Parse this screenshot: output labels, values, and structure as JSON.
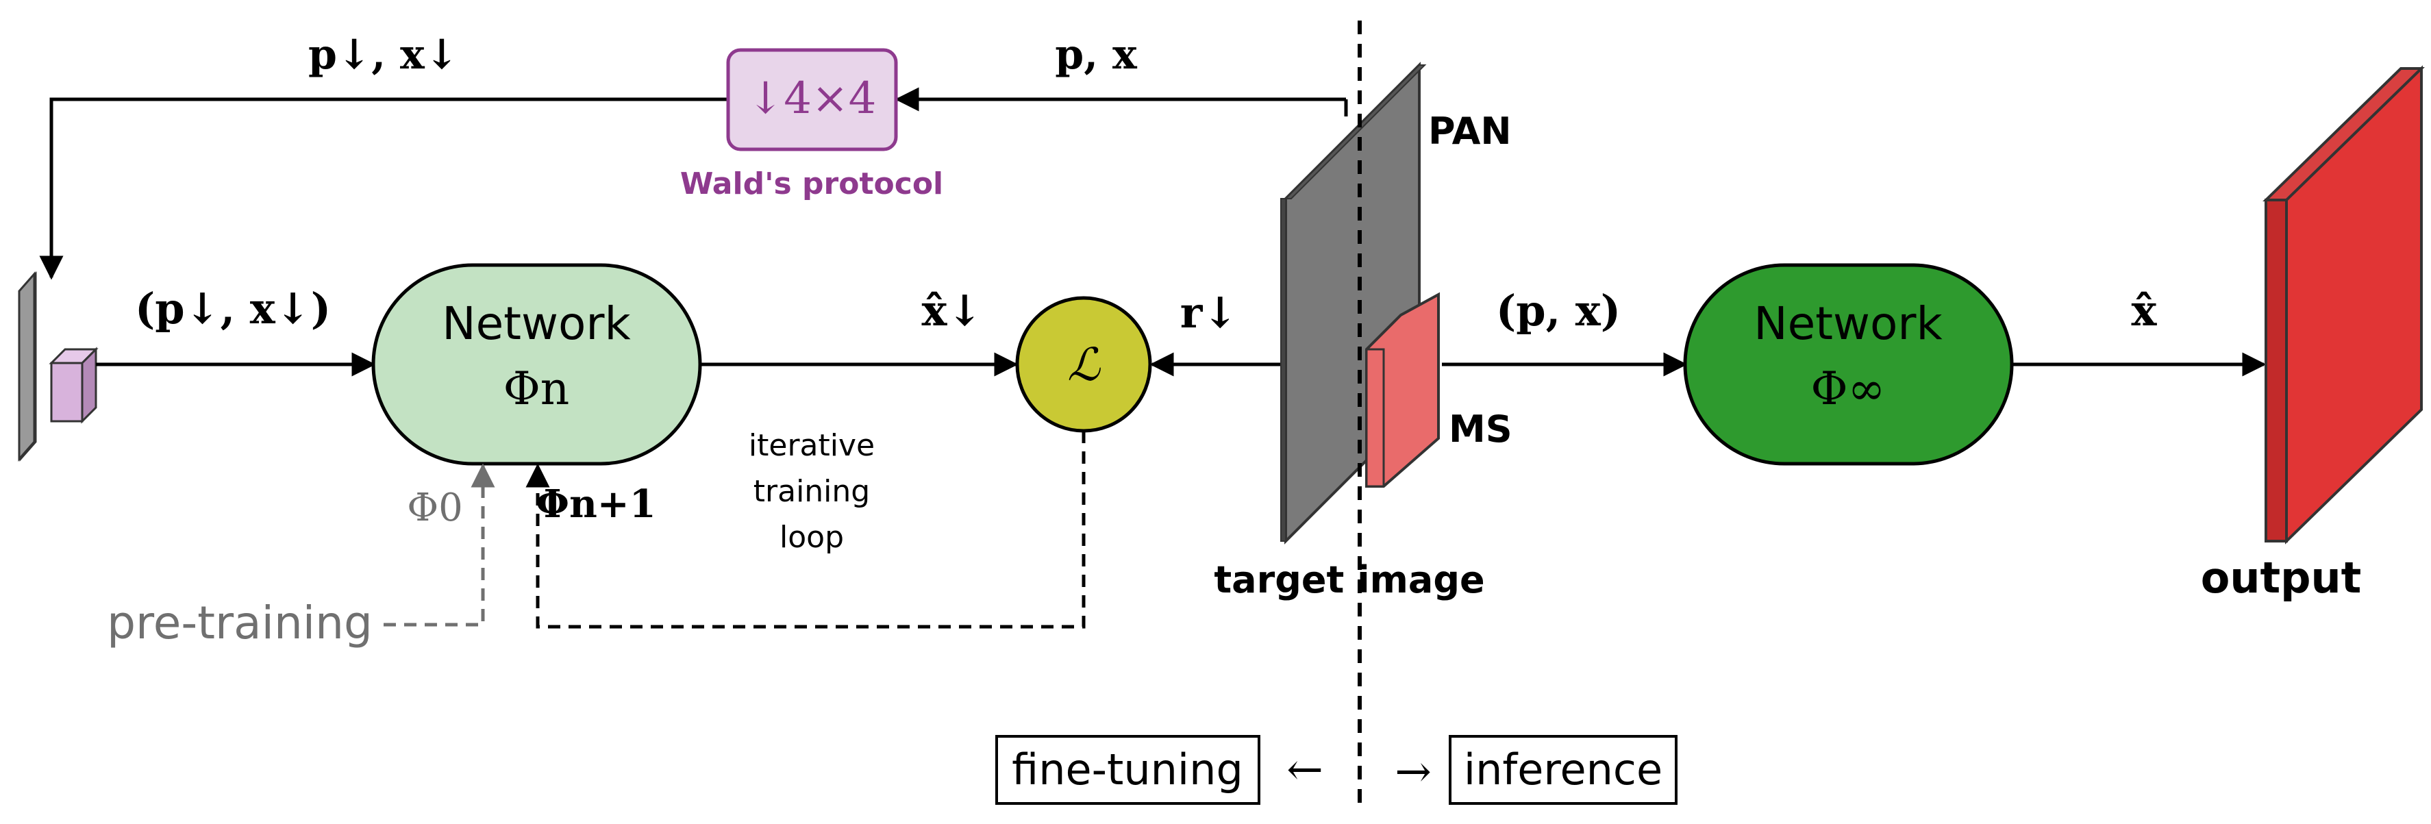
{
  "top_left_label": "p↓, x↓",
  "top_right_label": "p, x",
  "downsample_box": {
    "label": "↓4×4",
    "caption": "Wald's protocol",
    "color": "#8e3a8e",
    "fill": "#e8d5ea"
  },
  "input_low_label": "(p↓, x↓)",
  "network_n": {
    "title": "Network",
    "symbol": "Φn",
    "fill": "#c3e2c3"
  },
  "output_low_label": "x̂↓",
  "loss": {
    "symbol": "ℒ",
    "fill": "#c9c934"
  },
  "residual_label": "r↓",
  "pretrain": {
    "label": "pre-training",
    "symbol": "Φ0",
    "color": "#707070"
  },
  "update_symbol": "Φn+1",
  "loop_caption": [
    "iterative",
    "training",
    "loop"
  ],
  "target": {
    "pan_label": "PAN",
    "ms_label": "MS",
    "caption": "target image"
  },
  "inference_input_label": "(p, x)",
  "network_inf": {
    "title": "Network",
    "symbol": "Φ∞",
    "fill": "#2e9a2e"
  },
  "inference_output_label": "x̂",
  "output_caption": "output",
  "mode_left": {
    "label": "fine-tuning",
    "arrow": "←"
  },
  "mode_right": {
    "label": "inference",
    "arrow": "→"
  }
}
